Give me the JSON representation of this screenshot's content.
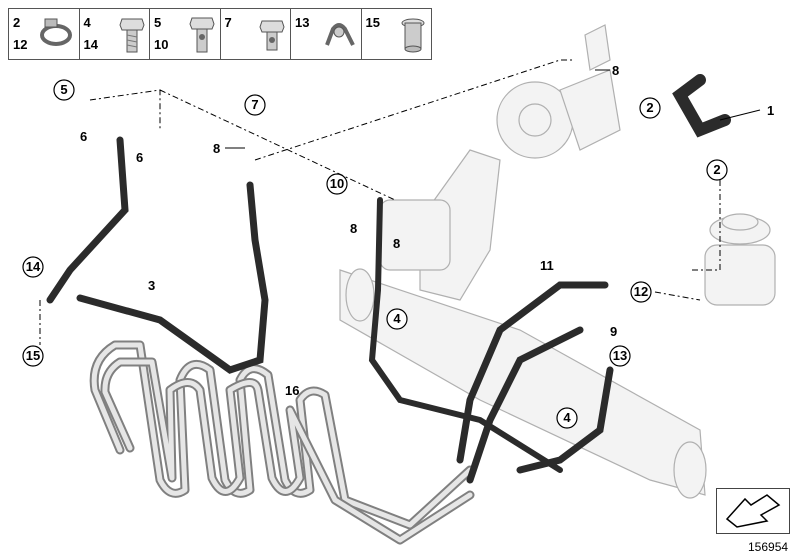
{
  "legend": [
    {
      "numbers": [
        "2",
        "12"
      ],
      "icon": "hose-clamp-icon"
    },
    {
      "numbers": [
        "4",
        "14"
      ],
      "icon": "hex-bolt-icon"
    },
    {
      "numbers": [
        "5",
        "10"
      ],
      "icon": "banjo-bolt-icon"
    },
    {
      "numbers": [
        "7"
      ],
      "icon": "banjo-bolt-small-icon"
    },
    {
      "numbers": [
        "13"
      ],
      "icon": "pipe-clip-icon"
    },
    {
      "numbers": [
        "15"
      ],
      "icon": "bushing-icon"
    }
  ],
  "callouts": {
    "c1": "1",
    "c2a": "2",
    "c2b": "2",
    "c3": "3",
    "c4a": "4",
    "c4b": "4",
    "c5": "5",
    "c6a": "6",
    "c6b": "6",
    "c7": "7",
    "c8a": "8",
    "c8b": "8",
    "c8c": "8",
    "c8d": "8",
    "c9": "9",
    "c10": "10",
    "c11": "11",
    "c12": "12",
    "c13": "13",
    "c14": "14",
    "c15": "15",
    "c16": "16"
  },
  "reference_id": "156954",
  "colors": {
    "line": "#000000",
    "part_fill": "#f0f0f0",
    "part_stroke": "#9a9a9a",
    "hose": "#2b2b2b"
  }
}
